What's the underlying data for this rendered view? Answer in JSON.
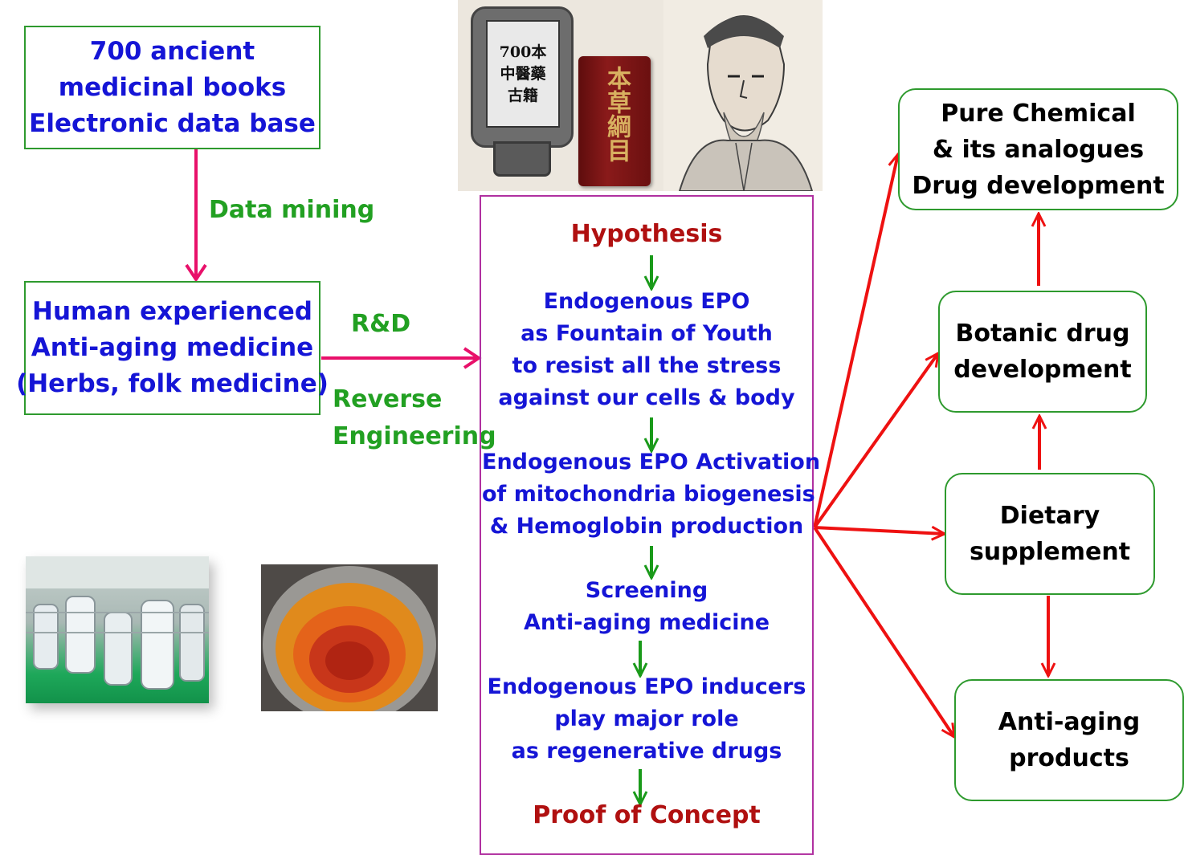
{
  "source_box": {
    "lines": [
      "700 ancient",
      "medicinal books",
      "Electronic data base"
    ]
  },
  "human_box": {
    "lines": [
      "Human experienced",
      "Anti-aging medicine",
      "(Herbs, folk medicine)"
    ]
  },
  "labels": {
    "data_mining": "Data mining",
    "rnd": "R&D",
    "reverse": "Reverse",
    "engineering": "Engineering"
  },
  "center": {
    "hypothesis": "Hypothesis",
    "block1": [
      "Endogenous EPO",
      "as Fountain of Youth",
      "to resist all the stress",
      "against our cells & body"
    ],
    "block2": [
      "Endogenous EPO Activation",
      "of mitochondria biogenesis",
      "& Hemoglobin production"
    ],
    "block3": [
      "Screening",
      "Anti-aging medicine"
    ],
    "block4": [
      "Endogenous EPO inducers",
      "play major role",
      "as regenerative drugs"
    ],
    "proof": "Proof of Concept"
  },
  "outcomes": {
    "pure": [
      "Pure Chemical",
      "& its analogues",
      "Drug development"
    ],
    "botanic": [
      "Botanic drug",
      "development"
    ],
    "dietary": [
      "Dietary",
      "supplement"
    ],
    "antiaging": [
      "Anti-aging",
      "products"
    ]
  },
  "book_image": {
    "screen_lines": [
      "700本",
      "中醫藥",
      "古籍"
    ],
    "book_title": "本草綱目"
  },
  "colors": {
    "box_border": "#2e9a2e",
    "center_border": "#b030a0",
    "text_blue": "#1515d6",
    "text_green": "#22a022",
    "text_darkred": "#b01010",
    "arrow_pink": "#e8106a",
    "arrow_red": "#ee1111",
    "arrow_green": "#1a9a1a"
  }
}
